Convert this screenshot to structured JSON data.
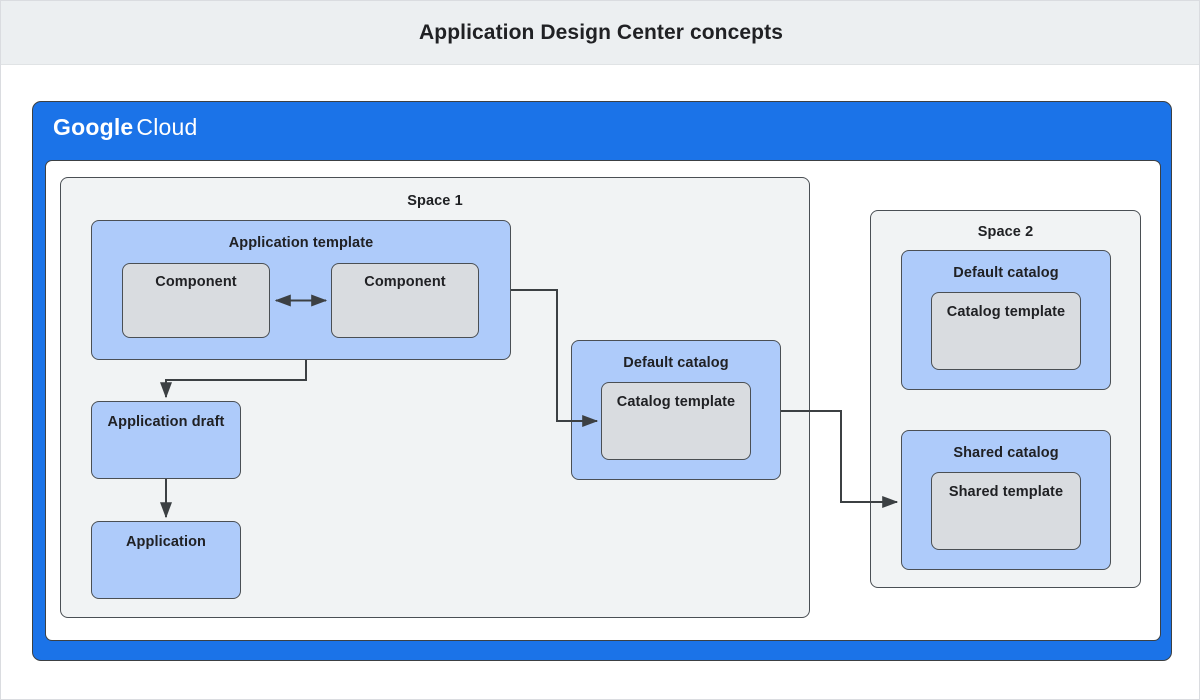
{
  "header": {
    "title": "Application Design Center concepts",
    "background_color": "#eceff1"
  },
  "cloud_frame": {
    "logo_primary": "Google",
    "logo_secondary": "Cloud",
    "frame_color": "#1b73e8",
    "inner_panel_color": "#ffffff"
  },
  "palette": {
    "blue_fill": "#aecbfa",
    "gray_fill": "#d9dce0",
    "space_fill": "#f1f3f4",
    "stroke": "#4a4f54",
    "text": "#202124"
  },
  "diagram": {
    "type": "block-diagram",
    "spaces": [
      {
        "id": "space-1",
        "label": "Space 1",
        "groups": [
          {
            "id": "application-template",
            "label": "Application template",
            "style": "blue",
            "children": [
              {
                "id": "component-left",
                "label": "Component",
                "style": "gray"
              },
              {
                "id": "component-right",
                "label": "Component",
                "style": "gray"
              }
            ]
          },
          {
            "id": "application-draft",
            "label": "Application draft",
            "style": "blue",
            "children": []
          },
          {
            "id": "application",
            "label": "Application",
            "style": "blue",
            "children": []
          },
          {
            "id": "default-catalog-space1",
            "label": "Default catalog",
            "style": "blue",
            "children": [
              {
                "id": "catalog-template-space1",
                "label": "Catalog template",
                "style": "gray"
              }
            ]
          }
        ]
      },
      {
        "id": "space-2",
        "label": "Space 2",
        "groups": [
          {
            "id": "default-catalog-space2",
            "label": "Default catalog",
            "style": "blue",
            "children": [
              {
                "id": "catalog-template-space2",
                "label": "Catalog template",
                "style": "gray"
              }
            ]
          },
          {
            "id": "shared-catalog-space2",
            "label": "Shared catalog",
            "style": "blue",
            "children": [
              {
                "id": "shared-template",
                "label": "Shared template",
                "style": "gray"
              }
            ]
          }
        ]
      }
    ],
    "connections": [
      {
        "id": "component-to-component",
        "from": "component-left",
        "to": "component-right",
        "arrow": "bidirectional"
      },
      {
        "id": "template-to-draft",
        "from": "application-template",
        "to": "application-draft",
        "arrow": "single"
      },
      {
        "id": "draft-to-application",
        "from": "application-draft",
        "to": "application",
        "arrow": "single"
      },
      {
        "id": "template-to-default-catalog",
        "from": "application-template",
        "to": "catalog-template-space1",
        "arrow": "single"
      },
      {
        "id": "default-catalog-to-shared-catalog",
        "from": "default-catalog-space1",
        "to": "shared-catalog-space2",
        "arrow": "single"
      }
    ]
  }
}
